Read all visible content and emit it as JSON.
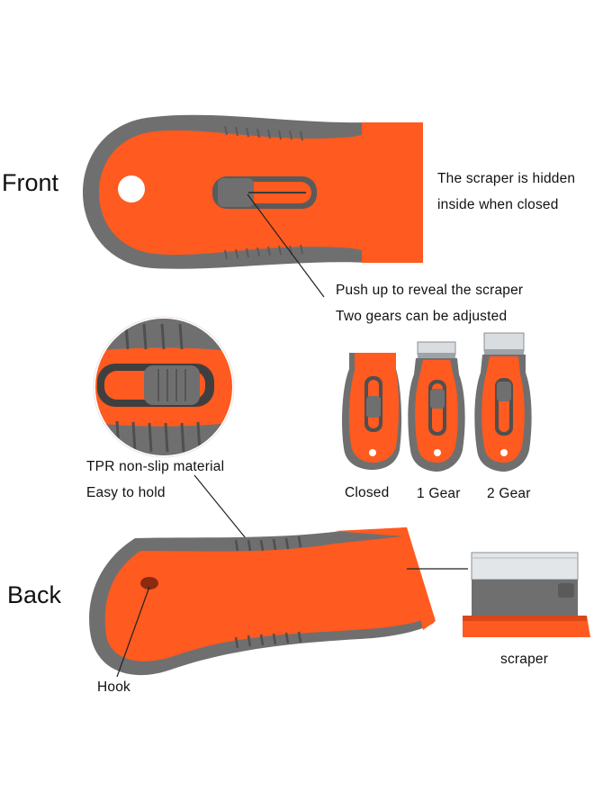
{
  "labels": {
    "front": "Front",
    "back": "Back",
    "hidden_line1": "The scraper is hidden",
    "hidden_line2": "inside when closed",
    "push_line1": "Push up to reveal the scraper",
    "push_line2": "Two gears can be adjusted",
    "tpr_line1": "TPR non-slip material",
    "tpr_line2": "Easy to hold",
    "closed": "Closed",
    "gear1": "1 Gear",
    "gear2": "2 Gear",
    "scraper": "scraper",
    "hook": "Hook"
  },
  "colors": {
    "orange": "#ff5a1f",
    "gray": "#6f6f70",
    "dark_gray": "#4f4f50",
    "blade": "#d9dde0"
  }
}
